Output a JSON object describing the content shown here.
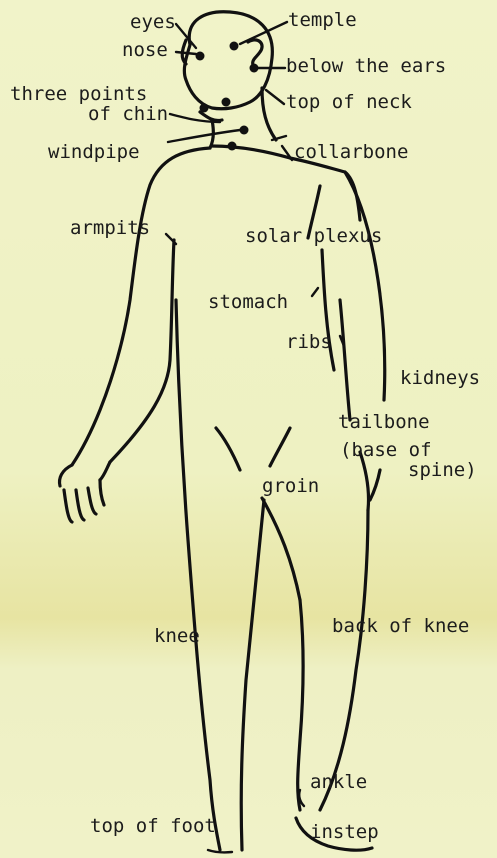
{
  "labels": {
    "eyes": "eyes",
    "nose": "nose",
    "three_points": "three points",
    "of_chin": "of chin",
    "windpipe": "windpipe",
    "temple": "temple",
    "below_ears": "below the ears",
    "top_neck": "top of neck",
    "collarbone": "collarbone",
    "armpits": "armpits",
    "solar_plexus": "solar plexus",
    "stomach": "stomach",
    "ribs": "ribs",
    "kidneys": "kidneys",
    "tailbone": "tailbone",
    "base_of": "(base of",
    "spine": "spine)",
    "groin": "groin",
    "knee": "knee",
    "back_of_knee": "back of knee",
    "ankle": "ankle",
    "top_of_foot": "top of foot",
    "instep": "instep"
  }
}
